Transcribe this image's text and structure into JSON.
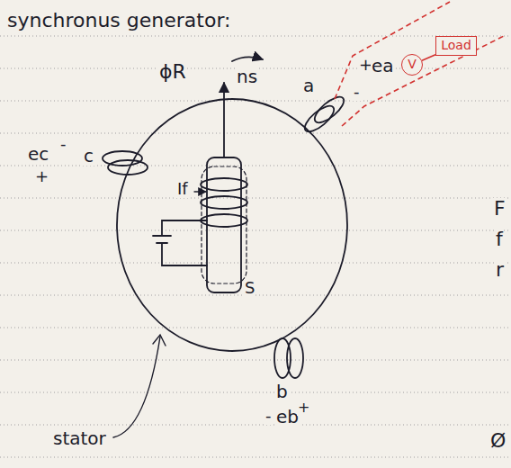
{
  "diagram": {
    "title": "synchronus generator:",
    "nodes": [
      {
        "text": [
          "V"
        ]
      },
      {
        "text": [
          "Load"
        ]
      }
    ],
    "edges": [
      {
        "from": 0,
        "to": 1,
        "arrow": "none"
      }
    ],
    "labels": [
      "ϕR",
      "ns",
      "+",
      "ea",
      "-",
      "a",
      "ec",
      "-",
      "c",
      "+",
      "If",
      "S",
      "b",
      "-",
      "eb",
      "+",
      "stator",
      "F",
      "f",
      "r",
      "Ø"
    ]
  }
}
